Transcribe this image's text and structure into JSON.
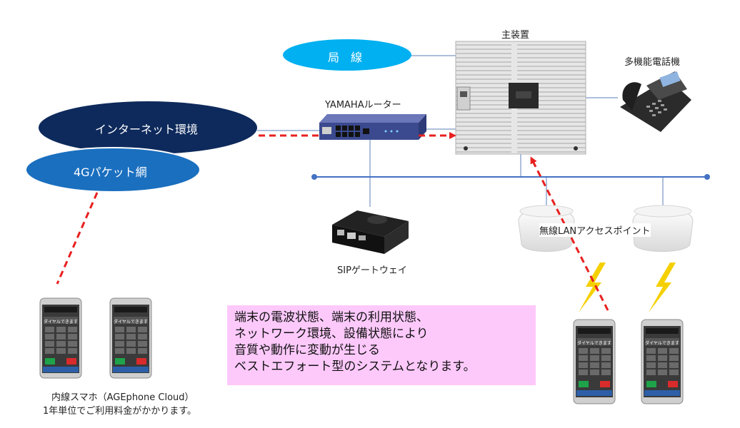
{
  "labels": {
    "main_unit": "主装置",
    "multi_phone": "多機能電話機",
    "router": "YAMAHAルーター",
    "sip_gateway": "SIPゲートウェイ",
    "wlan_ap": "無線LANアクセスポイント"
  },
  "ovals": {
    "local_line": "局　線",
    "internet": "インターネット環境",
    "mobile_4g": "4Gパケット網"
  },
  "note": {
    "lines": [
      "端末の電波状態、端末の利用状態、",
      "ネットワーク環境、設備状態により",
      "音質や動作に変動が生じる",
      "ベストエフォート型のシステムとなります。"
    ]
  },
  "caption": {
    "line1": "内線スマホ（AGEphone Cloud）",
    "line2": "1年単位でご利用料金がかかります。"
  },
  "phone_screen_text": "ダイヤルできます",
  "colors": {
    "local_line_oval": "#00b0f0",
    "internet_oval": "#0e2a5c",
    "mobile_oval": "#1a6fbf",
    "network_line": "#4472c4",
    "dashed_arrow": "#e82020",
    "note_bg": "#fdc9fb",
    "lightning": "#f5d000"
  }
}
